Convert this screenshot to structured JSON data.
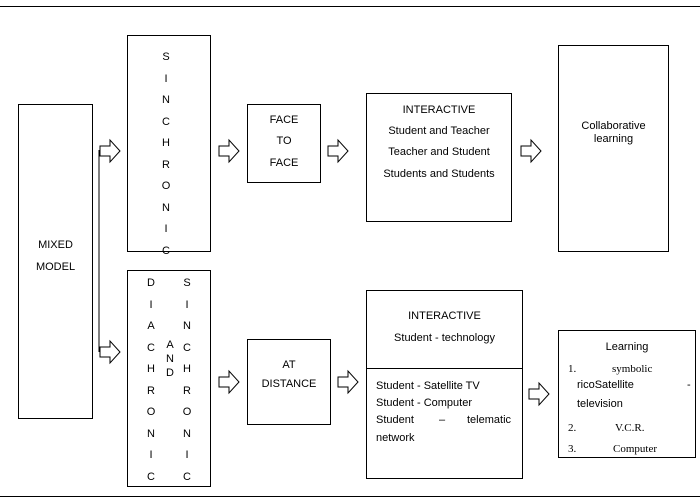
{
  "mixed": {
    "line1": "MIXED",
    "line2": "MODEL"
  },
  "sinchronic_top": [
    "S",
    "I",
    "N",
    "C",
    "H",
    "R",
    "O",
    "N",
    "I",
    "C"
  ],
  "diachronic": [
    "D",
    "I",
    "A",
    "C",
    "H",
    "R",
    "O",
    "N",
    "I",
    "C"
  ],
  "and_word": [
    "A",
    "N",
    "D"
  ],
  "sinchronic_bottom": [
    "S",
    "I",
    "N",
    "C",
    "H",
    "R",
    "O",
    "N",
    "I",
    "C"
  ],
  "face": {
    "l1": "FACE",
    "l2": "TO",
    "l3": "FACE"
  },
  "interactive_top": {
    "title": "INTERACTIVE",
    "l1": "Student and Teacher",
    "l2": "Teacher and Student",
    "l3": "Students and Students"
  },
  "collab": {
    "l1": "Collaborative",
    "l2": "learning"
  },
  "distance": {
    "l1": "AT",
    "l2": "DISTANCE"
  },
  "interactive_bottom": {
    "title": "INTERACTIVE",
    "subtitle": "Student - technology",
    "l1": "Student - Satellite TV",
    "l2": "Student - Computer",
    "l3a": "Student",
    "l3b": "–",
    "l3c": "telematic",
    "l4": "network"
  },
  "learning": {
    "title": "Learning",
    "n1": "1.",
    "i1a": "symbolic",
    "i1b": "ricoSatellite",
    "i1dash": "-",
    "i1c": "television",
    "n2": "2.",
    "i2": "V.C.R.",
    "n3": "3.",
    "i3": "Computer"
  }
}
